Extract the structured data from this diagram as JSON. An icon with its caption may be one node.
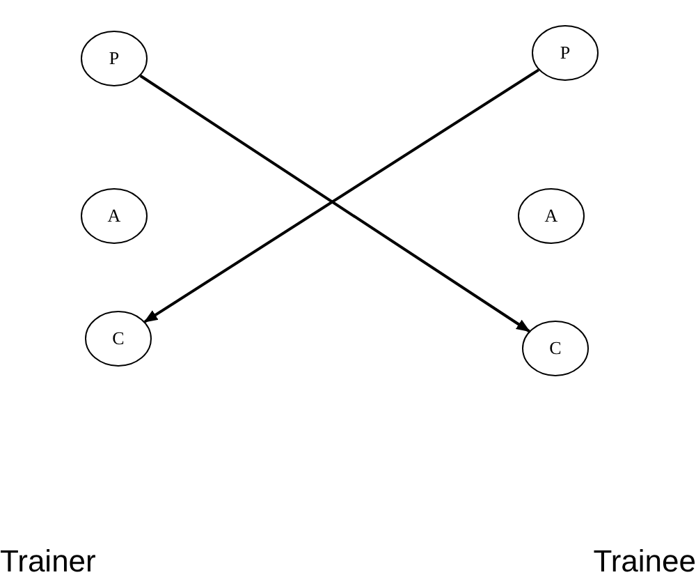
{
  "diagram": {
    "nodes": [
      {
        "text": [
          "P"
        ]
      },
      {
        "text": [
          "A"
        ]
      },
      {
        "text": [
          "C"
        ]
      },
      {
        "text": [
          "P"
        ]
      },
      {
        "text": [
          "A"
        ]
      },
      {
        "text": [
          "C"
        ]
      }
    ],
    "edges": [
      {
        "from": 0,
        "to": 5,
        "arrow": "to"
      },
      {
        "from": 3,
        "to": 2,
        "arrow": "to"
      }
    ],
    "labels": [
      "Trainer",
      "Trainee"
    ]
  }
}
